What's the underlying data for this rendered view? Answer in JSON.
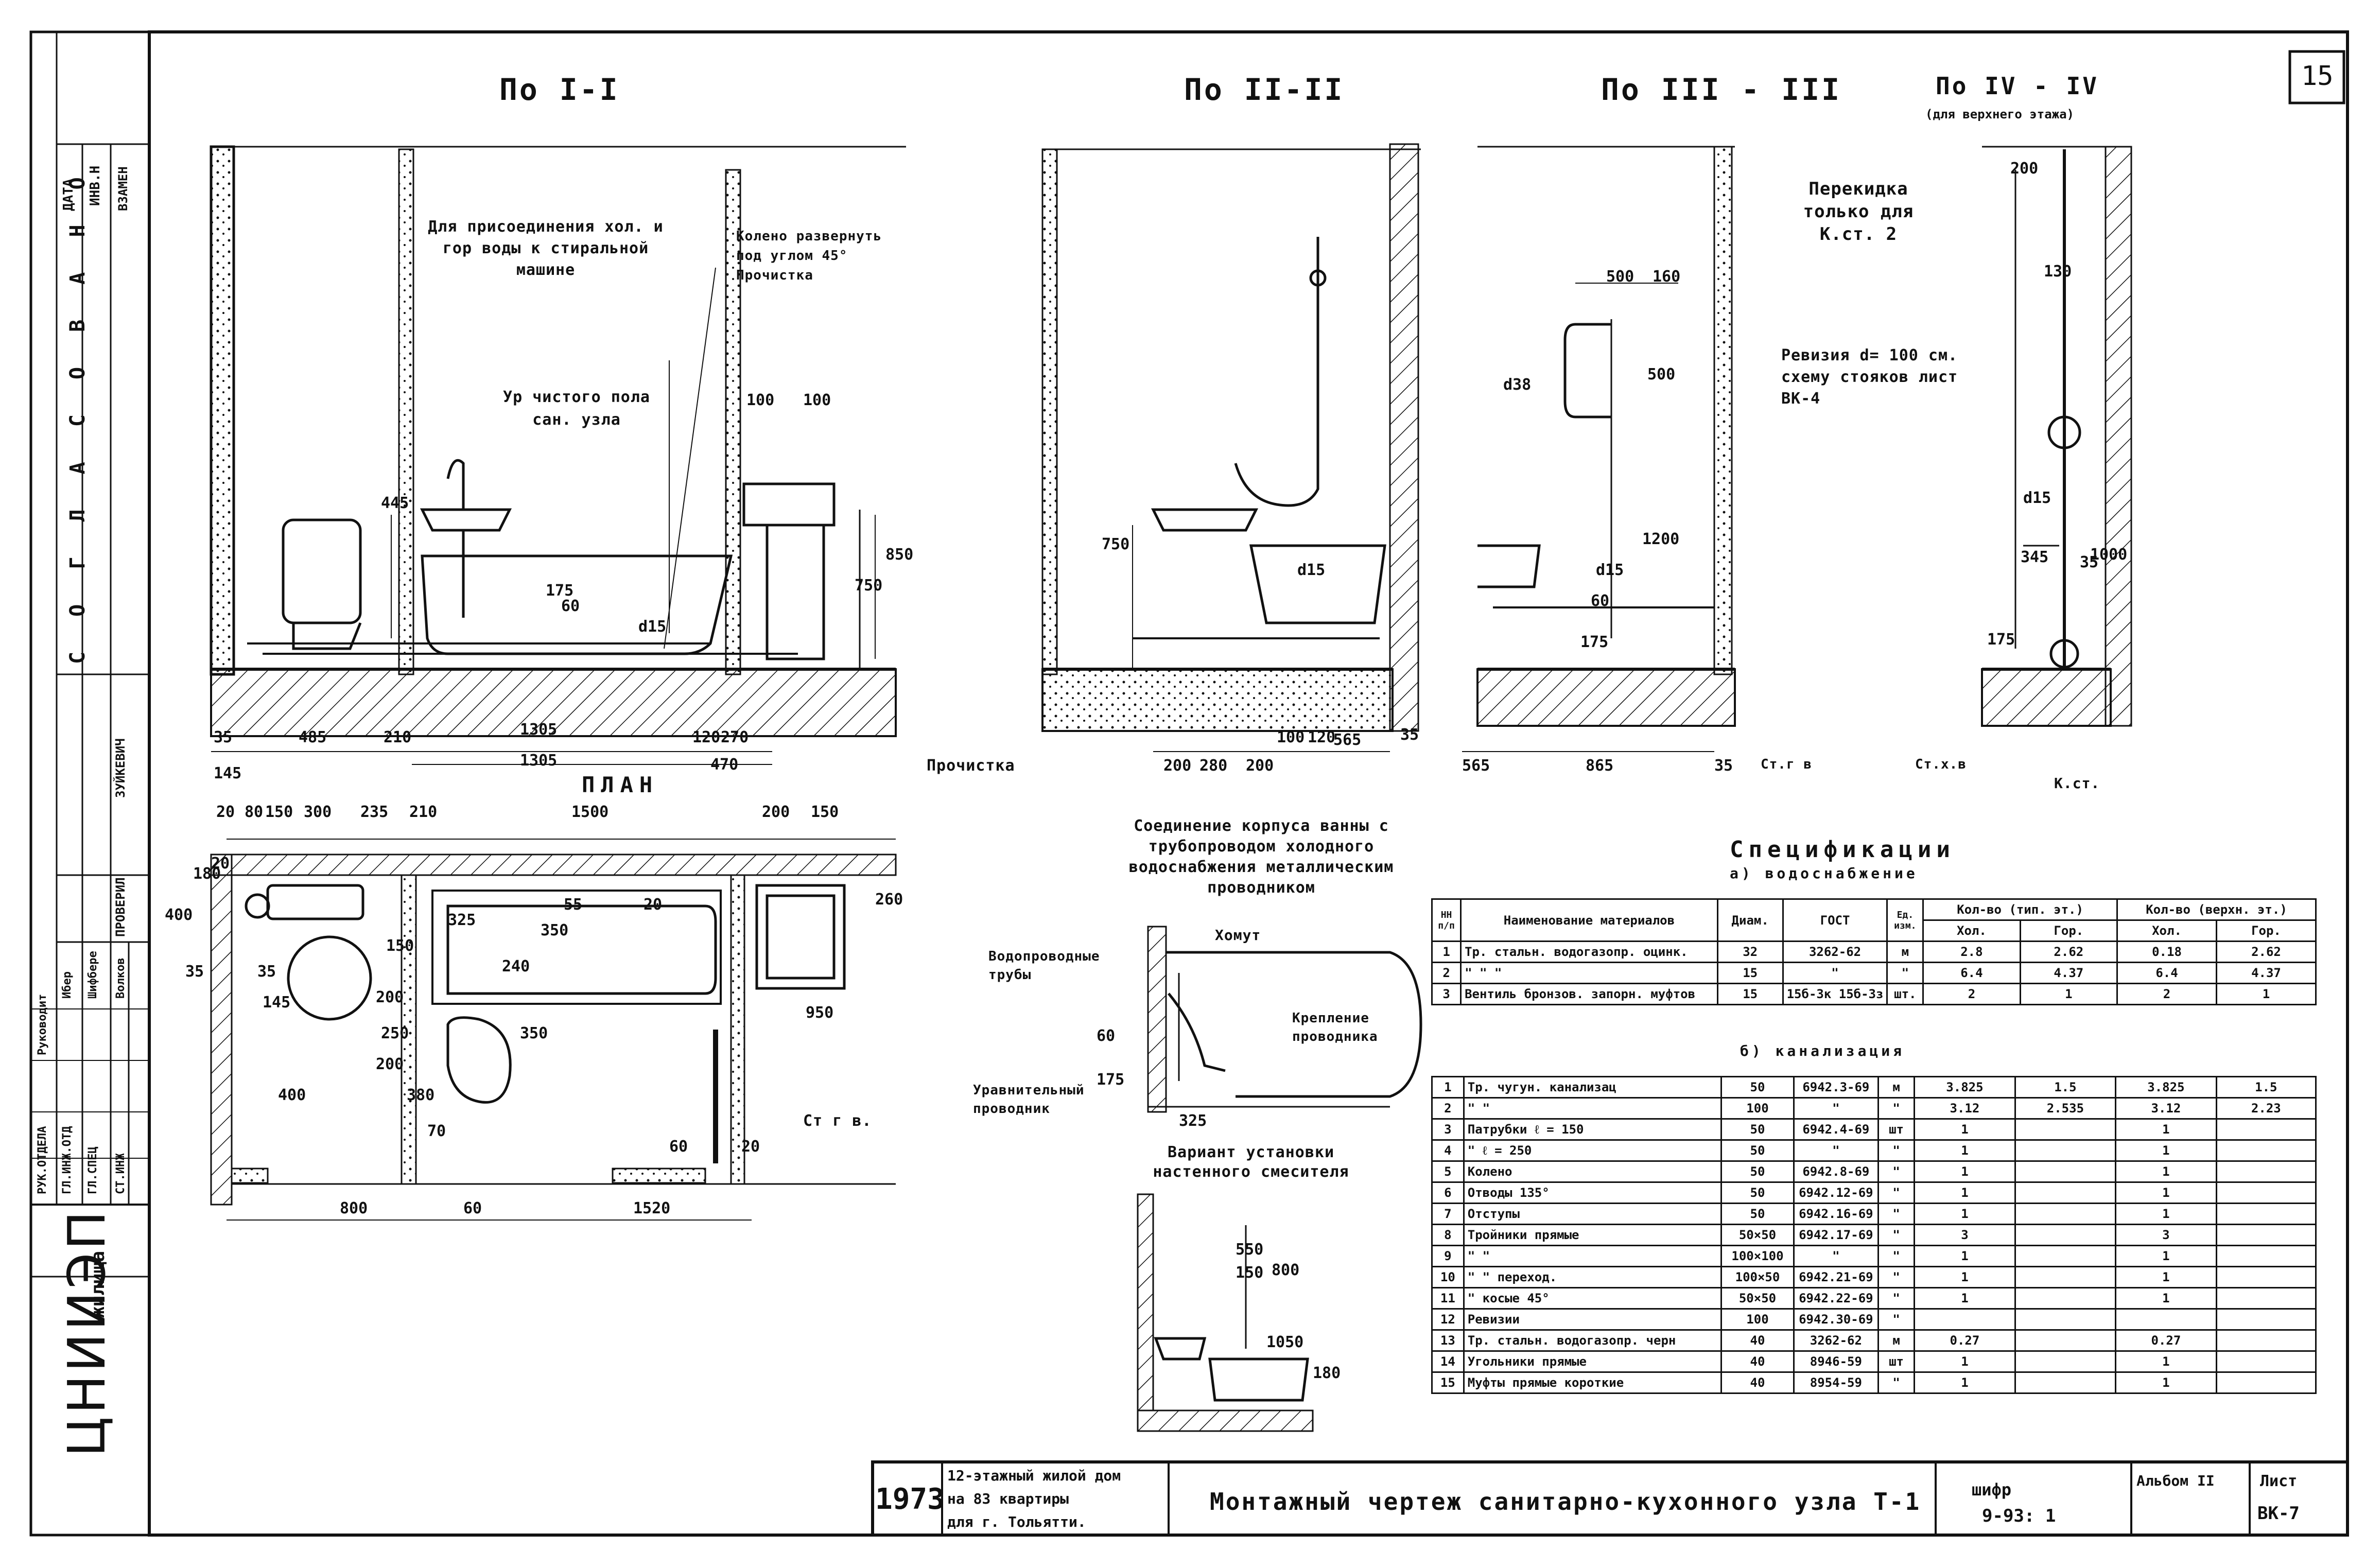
{
  "sheet": {
    "page_number": "15",
    "title": "Монтажный чертеж санитарно-кухонного узла Т-1",
    "year": "1973",
    "project_l1": "12-этажный жилой дом",
    "project_l2": "на 83 квартиры",
    "project_l3": "для г. Тольятти.",
    "cipher_label": "шифр",
    "cipher_value": "9-93: 1",
    "album_label": "Альбом II",
    "list_label": "Лист",
    "list_value": "ВК-7"
  },
  "left_frame": {
    "org": "ЦНИИЭП",
    "org2": "жилища",
    "agreed": "С О Г Л А С О В А Н О",
    "inv": "ИНВ.Н",
    "date": "ДАТА",
    "vzamen": "ВЗАМЕН",
    "roles": [
      "РУК.ОТДЕЛА",
      "ГЛ.ИНЖ.ОТД",
      "ГЛ.СПЕЦ",
      "СТ.ИНЖ"
    ],
    "roles2": [
      "Руководит",
      "Ибер",
      "Шифбере",
      "Волков"
    ],
    "checked": "ПРОВЕРИЛ",
    "name": "ЗУЙКЕВИЧ"
  },
  "sections": {
    "s1": "По I-I",
    "s2": "По II-II",
    "s3": "По III - III",
    "s4": "По IV - IV",
    "s4_sub": "(для верхнего этажа)",
    "plan": "ПЛАН"
  },
  "notes": {
    "washer": "Для присоединения хол. и гор воды к стиральной машине",
    "elbow": "Колено развернуть под углом 45° Прочистка",
    "floor": "Ур чистого пола сан. узла",
    "cleanout": "Прочистка",
    "transfer": "Перекидка только для К.ст. 2",
    "revision": "Ревизия d= 100 см. схему стояков лист ВК-4",
    "connection": "Соединение корпуса ванны с трубопроводом холодного водоснабжения металлическим проводником",
    "pipes": "Водопроводные трубы",
    "clamp": "Хомут",
    "fixing": "Крепление проводника",
    "equal": "Уравнительный проводник",
    "variant": "Вариант установки настенного смесителя",
    "stgv": "Ст г в.",
    "stga": "Ст.г в",
    "stxv": "Ст.х.в",
    "kst": "К.ст."
  },
  "dims": {
    "s1": [
      "35",
      "145",
      "485",
      "210",
      "1305",
      "1305",
      "120",
      "270",
      "470",
      "100",
      "100",
      "445",
      "175",
      "60",
      "750",
      "850",
      "d15"
    ],
    "s2": [
      "750",
      "d15",
      "200",
      "280",
      "200",
      "100",
      "120",
      "565",
      "35"
    ],
    "s3": [
      "500",
      "160",
      "500",
      "1200",
      "d15",
      "60",
      "175",
      "565",
      "865",
      "35",
      "d38"
    ],
    "s4": [
      "200",
      "130",
      "d15",
      "345",
      "35",
      "1000",
      "175"
    ],
    "plan": [
      "20",
      "80",
      "150",
      "300",
      "235",
      "210",
      "1500",
      "200",
      "150",
      "180",
      "400",
      "20",
      "325",
      "350",
      "55",
      "20",
      "240",
      "260",
      "35",
      "145",
      "150",
      "200",
      "250",
      "200",
      "350",
      "400",
      "380",
      "70",
      "60",
      "950",
      "35",
      "20",
      "800",
      "60",
      "1520"
    ],
    "conn": [
      "60",
      "175",
      "325"
    ],
    "variant": [
      "550",
      "150",
      "800",
      "1050",
      "180"
    ]
  },
  "spec": {
    "title": "Спецификации",
    "sub_a": "а) водоснабжение",
    "sub_b": "б) канализация",
    "head_a": [
      "НН п/п",
      "Наименование материалов",
      "Диам.",
      "ГОСТ",
      "Ед. изм.",
      "Кол-во (тип. эт.)",
      "Кол-во (верхн. эт.)"
    ],
    "head_sub": [
      "Хол.",
      "Гор.",
      "Хол.",
      "Гор."
    ],
    "rows_a": [
      [
        "1",
        "Тр. стальн. водогазопр. оцинк.",
        "32",
        "3262-62",
        "м",
        "2.8",
        "2.62",
        "0.18",
        "2.62"
      ],
      [
        "2",
        "\"        \"        \"",
        "15",
        "\"",
        "\"",
        "6.4",
        "4.37",
        "6.4",
        "4.37"
      ],
      [
        "3",
        "Вентиль бронзов. запорн. муфтов",
        "15",
        "15б-3к 15б-3з",
        "шт.",
        "2",
        "1",
        "2",
        "1"
      ]
    ],
    "rows_b": [
      [
        "1",
        "Тр. чугун. канализац",
        "50",
        "6942.3-69",
        "м",
        "3.825",
        "1.5",
        "3.825",
        "1.5"
      ],
      [
        "2",
        "\"        \"",
        "100",
        "\"",
        "\"",
        "3.12",
        "2.535",
        "3.12",
        "2.23"
      ],
      [
        "3",
        "Патрубки   ℓ = 150",
        "50",
        "6942.4-69",
        "шт",
        "1",
        "",
        "1",
        ""
      ],
      [
        "4",
        "\"    ℓ = 250",
        "50",
        "\"",
        "\"",
        "1",
        "",
        "1",
        ""
      ],
      [
        "5",
        "Колено",
        "50",
        "6942.8-69",
        "\"",
        "1",
        "",
        "1",
        ""
      ],
      [
        "6",
        "Отводы   135°",
        "50",
        "6942.12-69",
        "\"",
        "1",
        "",
        "1",
        ""
      ],
      [
        "7",
        "Отступы",
        "50",
        "6942.16-69",
        "\"",
        "1",
        "",
        "1",
        ""
      ],
      [
        "8",
        "Тройники прямые",
        "50×50",
        "6942.17-69",
        "\"",
        "3",
        "",
        "3",
        ""
      ],
      [
        "9",
        "\"      \"",
        "100×100",
        "\"",
        "\"",
        "1",
        "",
        "1",
        ""
      ],
      [
        "10",
        "\"    \"  переход.",
        "100×50",
        "6942.21-69",
        "\"",
        "1",
        "",
        "1",
        ""
      ],
      [
        "11",
        "\"   косые  45°",
        "50×50",
        "6942.22-69",
        "\"",
        "1",
        "",
        "1",
        ""
      ],
      [
        "12",
        "Ревизии",
        "100",
        "6942.30-69",
        "\"",
        "",
        "",
        "",
        ""
      ],
      [
        "13",
        "Тр. стальн. водогазопр. черн",
        "40",
        "3262-62",
        "м",
        "0.27",
        "",
        "0.27",
        ""
      ],
      [
        "14",
        "Угольники прямые",
        "40",
        "8946-59",
        "шт",
        "1",
        "",
        "1",
        ""
      ],
      [
        "15",
        "Муфты прямые короткие",
        "40",
        "8954-59",
        "\"",
        "1",
        "",
        "1",
        ""
      ]
    ]
  }
}
